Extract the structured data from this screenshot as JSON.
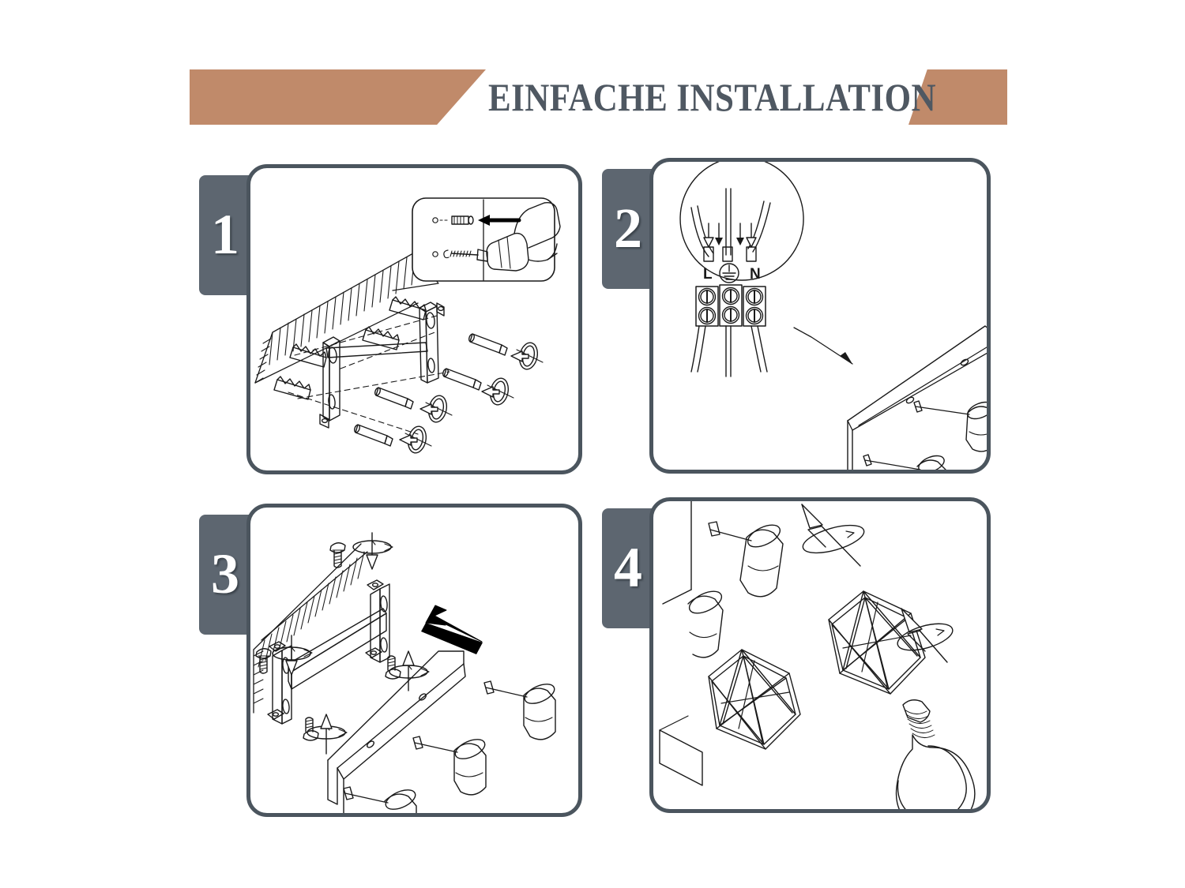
{
  "header": {
    "title": "EINFACHE INSTALLATION",
    "banner_color": "#c08a6a",
    "title_color": "#4f5862"
  },
  "theme": {
    "panel_border_color": "#4b555e",
    "tab_color": "#5d6670",
    "tab_number_color": "#ffffff",
    "background": "#ffffff",
    "line_art_color": "#1a1a1a"
  },
  "steps": [
    {
      "number": "1",
      "name": "drill-and-anchor",
      "icons": [
        "wall-hatching-icon",
        "mounting-bracket-icon",
        "wall-plug-icon",
        "screw-icon",
        "washer-icon",
        "power-drill-icon",
        "drill-bit-icon",
        "black-arrow-icon",
        "inset-detail-panel"
      ]
    },
    {
      "number": "2",
      "name": "wiring-terminal-block",
      "terminal_labels": {
        "live": "L",
        "earth": "earth-symbol",
        "neutral": "N"
      },
      "terminal_rows": 2,
      "terminal_columns": 3,
      "icons": [
        "magnifier-callout-icon",
        "terminal-block-icon",
        "wire-icon",
        "earth-symbol-icon",
        "fixture-base-icon",
        "spot-head-icon"
      ]
    },
    {
      "number": "3",
      "name": "attach-fixture-to-bracket",
      "icons": [
        "wall-hatching-icon",
        "mounting-bracket-icon",
        "pan-head-screw-icon",
        "washer-icon",
        "rotation-arrow-icon",
        "black-arrow-icon",
        "fixture-base-icon",
        "spot-head-icon"
      ]
    },
    {
      "number": "4",
      "name": "fit-cage-shades-and-bulb",
      "icons": [
        "spot-head-icon",
        "cage-shade-icon",
        "light-bulb-icon",
        "rotation-arrow-icon"
      ]
    }
  ]
}
